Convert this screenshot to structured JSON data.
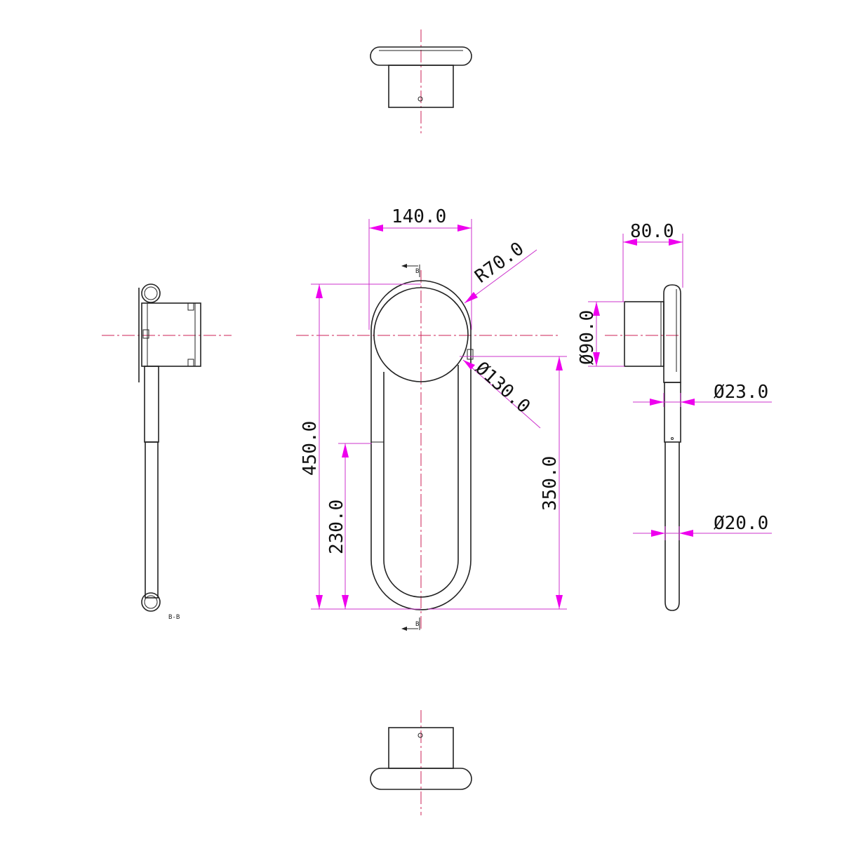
{
  "colors": {
    "outline": "#222222",
    "centerline": "#cc2255",
    "dimension_line": "#cc33cc",
    "dimension_arrow": "#ee00ee",
    "text": "#111111"
  },
  "dimensions": {
    "width_top": "140.0",
    "radius": "R70.0",
    "diameter_disc": "Ø130.0",
    "height_total": "450.0",
    "height_lower": "230.0",
    "height_right": "350.0",
    "depth": "80.0",
    "diameter_base": "Ø90.0",
    "diameter_tube_upper": "Ø23.0",
    "diameter_tube_lower": "Ø20.0"
  },
  "section_labels": {
    "mark_top": "B",
    "mark_bottom": "B",
    "section_caption": "B-B"
  }
}
